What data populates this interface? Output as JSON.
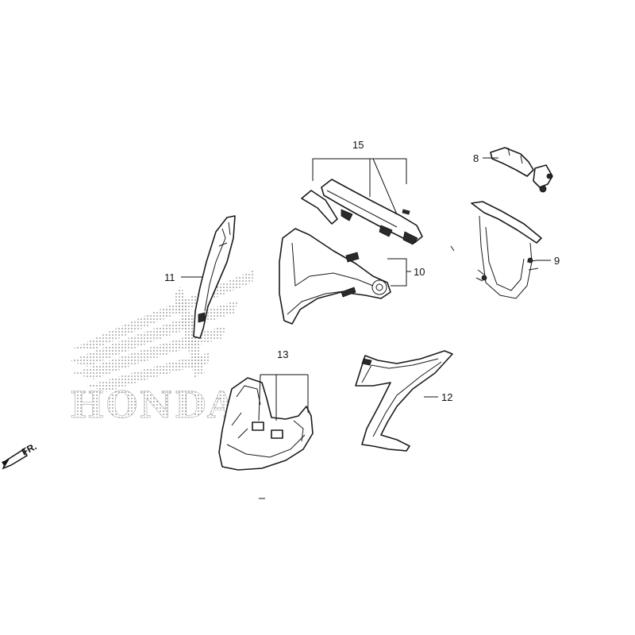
{
  "callouts": {
    "c8": "8",
    "c9": "9",
    "c10": "10",
    "c11": "11",
    "c12": "12",
    "c13": "13",
    "c15": "15"
  },
  "watermark": {
    "text": "HONDA"
  },
  "direction": {
    "label": "FR.",
    "icon": "arrow-down-left-icon"
  },
  "colors": {
    "line": "#1a1a1a",
    "watermark": "#9a9a9a",
    "background": "#ffffff"
  }
}
